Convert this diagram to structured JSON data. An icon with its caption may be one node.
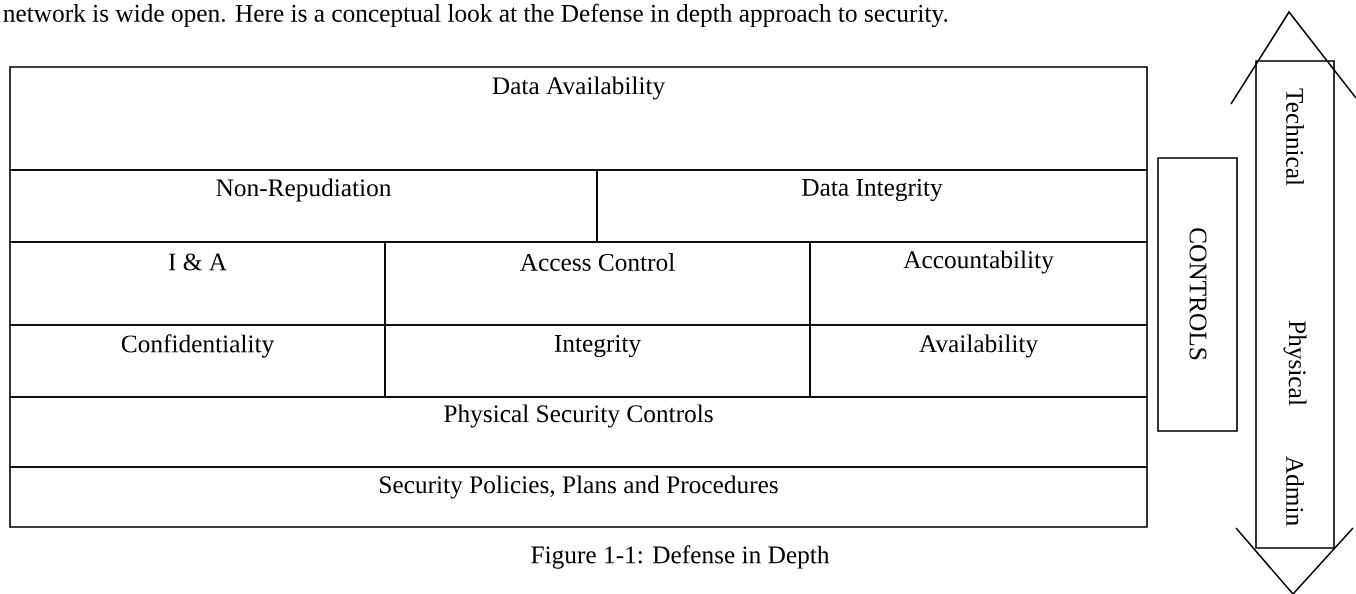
{
  "diagram": {
    "caption": "Figure 1-1: Defense in Depth",
    "nodes": [
      {
        "text": [
          "Data Availability"
        ]
      },
      {
        "text": [
          "Non-Repudiation"
        ]
      },
      {
        "text": [
          "Data Integrity"
        ]
      },
      {
        "text": [
          "I & A"
        ]
      },
      {
        "text": [
          "Access Control"
        ]
      },
      {
        "text": [
          "Accountability"
        ]
      },
      {
        "text": [
          "Confidentiality"
        ]
      },
      {
        "text": [
          "Integrity"
        ]
      },
      {
        "text": [
          "Availability"
        ]
      },
      {
        "text": [
          "Physical Security Controls"
        ]
      },
      {
        "text": [
          "Security Policies, Plans and Procedures"
        ]
      },
      {
        "text": [
          "CONTROLS"
        ]
      },
      {
        "text": [
          "Technical",
          "Physical",
          "Admin"
        ]
      }
    ],
    "labels": [
      "network is wide open.  Here is a conceptual look at the Defense in depth approach to security."
    ]
  }
}
